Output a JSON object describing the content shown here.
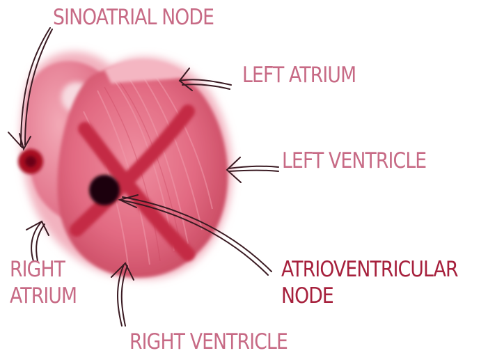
{
  "labels": {
    "sinoatrial_node": "SINOATRIAL NODE",
    "left_atrium": "LEFT ATRIUM",
    "left_ventricle": "LEFT VENTRICLE",
    "right_atrium_line1": "RIGHT",
    "right_atrium_line2": "ATRIUM",
    "atrioventricular_node_line1": "ATRIOVENTRICULAR",
    "atrioventricular_node_line2": "NODE",
    "right_ventricle": "RIGHT VENTRICLE"
  },
  "colors": {
    "label_text": "#c76a85",
    "highlight_text": "#a6203c",
    "heart_body": "#e9788f",
    "heart_dark": "#c23850",
    "cross_lines": "#c42a45",
    "node_dark": "#1a0508",
    "sa_node": "#a80f22",
    "arrow_ink": "#3a1a22"
  }
}
